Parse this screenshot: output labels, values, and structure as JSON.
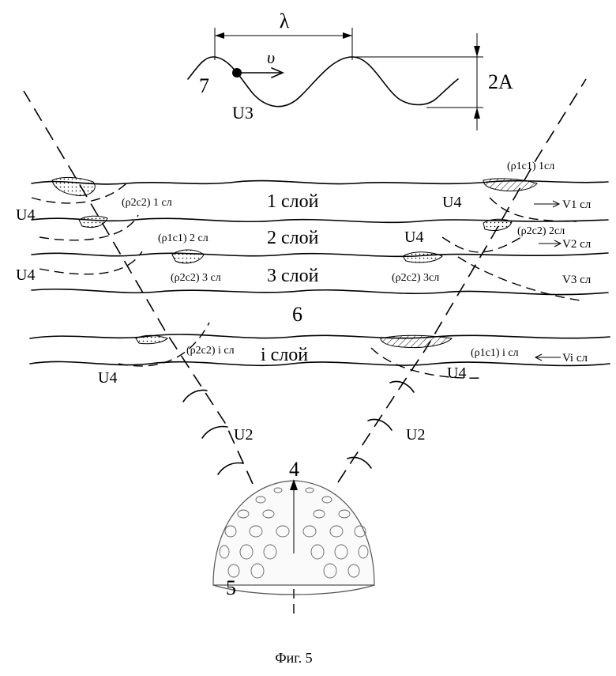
{
  "wave": {
    "lambda": "λ",
    "velocity": "υ",
    "amplitude": "2A",
    "surface_num": "7",
    "wave_label": "U3"
  },
  "layers": {
    "layer1": "1 слой",
    "layer2": "2 слой",
    "layer3": "3 слой",
    "layer_i": "i слой",
    "medium_num": "6"
  },
  "inclusions": {
    "p2c2_1": "(ρ2c2) 1 сл",
    "p1c1_1": "(ρ1c1) 1сл",
    "p1c1_2": "(ρ1c1) 2 сл",
    "p2c2_2": "(ρ2c2) 2сл",
    "p2c2_3_left": "(ρ2c2) 3 сл",
    "p2c2_3_right": "(ρ2c2) 3сл",
    "p2c2_i": "(ρ2c2) i сл",
    "p1c1_i": "(ρ1c1) i сл"
  },
  "velocities": {
    "v1": "V1 сл",
    "v2": "V2 сл",
    "v3": "V3 сл",
    "vi": "Vi сл"
  },
  "waves_u4": [
    "U4",
    "U4",
    "U4",
    "U4",
    "U4",
    "U4"
  ],
  "waves_u2": [
    "U2",
    "U2"
  ],
  "emitter": {
    "array_num": "4",
    "dome_num": "5"
  },
  "caption": "Фиг. 5"
}
